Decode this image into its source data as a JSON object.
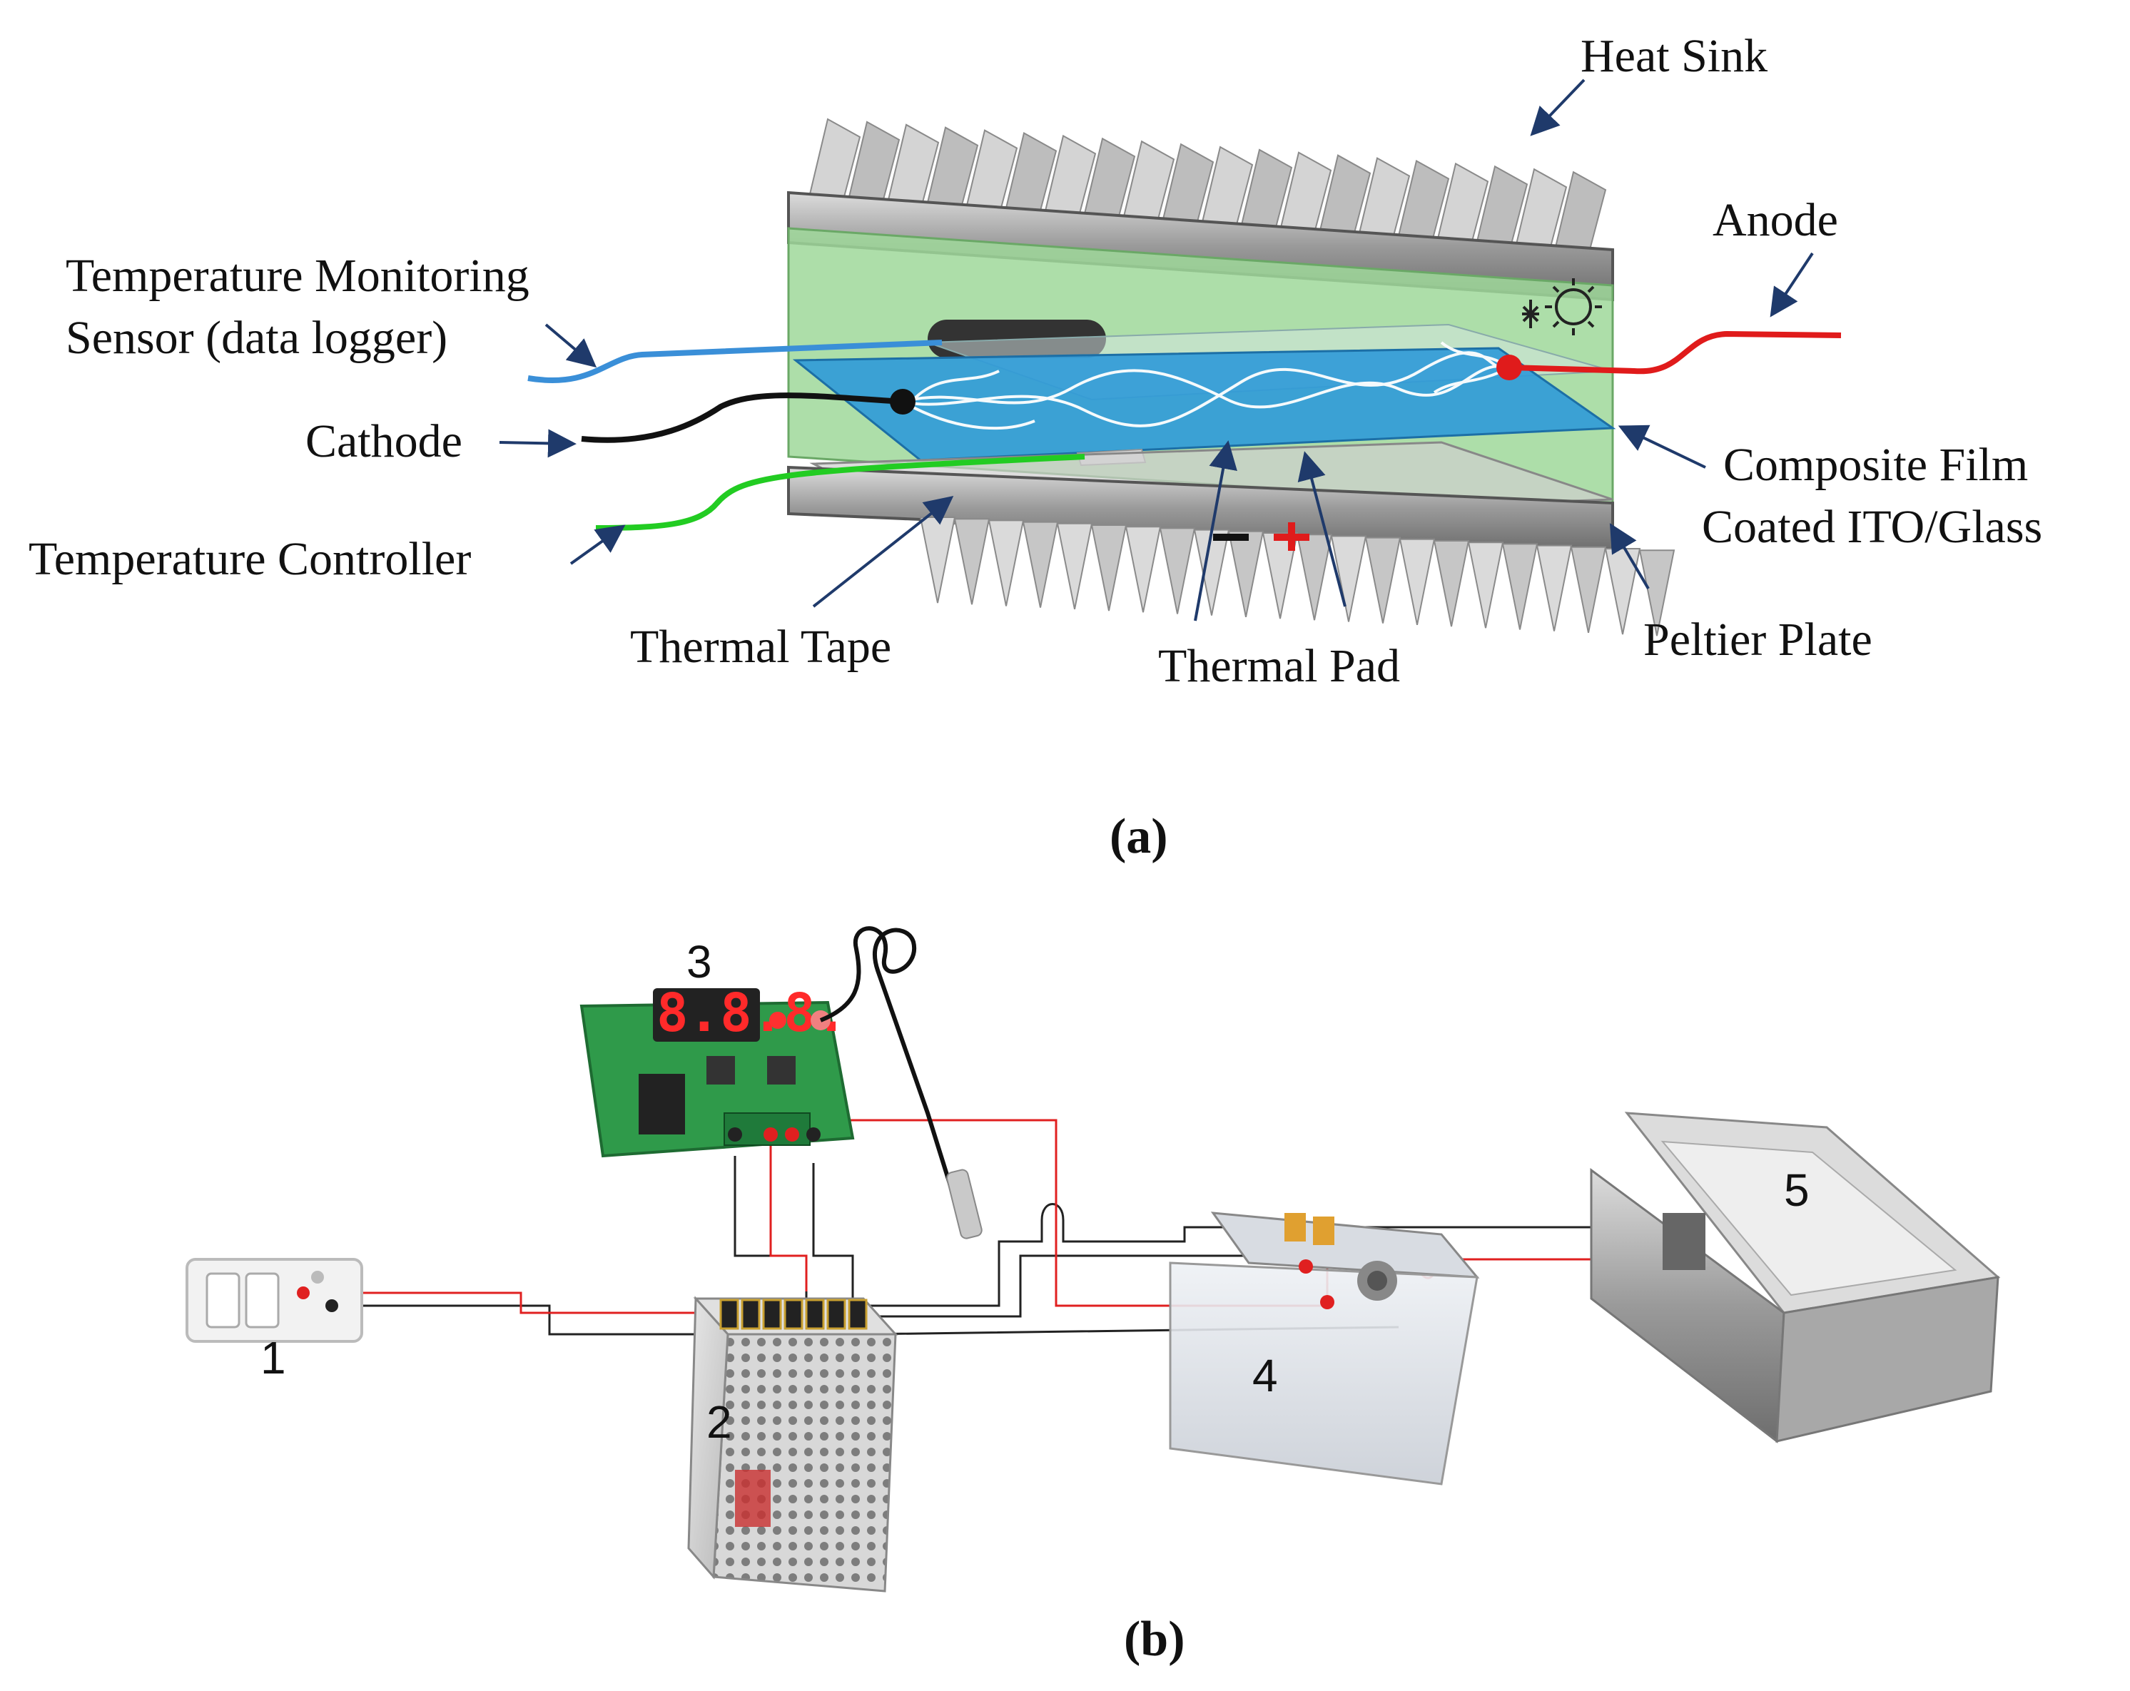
{
  "panel_a": {
    "caption": "(a)",
    "labels": {
      "heat_sink": "Heat Sink",
      "anode": "Anode",
      "sensor_line1": "Temperature Monitoring",
      "sensor_line2": "Sensor (data logger)",
      "cathode": "Cathode",
      "temp_controller": "Temperature Controller",
      "composite_line1": "Composite Film",
      "composite_line2": "Coated ITO/Glass",
      "thermal_tape": "Thermal Tape",
      "thermal_pad": "Thermal Pad",
      "peltier_plate": "Peltier Plate"
    },
    "colors": {
      "green_housing": "#9fd89a",
      "blue_film": "#2f9ad8",
      "sensor_wire": "#3a8fd8",
      "cathode_wire": "#111111",
      "anode_wire": "#e01b1b",
      "controller_wire": "#22cc22"
    }
  },
  "panel_b": {
    "caption": "(b)",
    "components": {
      "c1": "1",
      "c2": "2",
      "c3": "3",
      "c4": "4",
      "c5": "5"
    },
    "display_digits": "8.8.8.",
    "colors": {
      "pcb": "#2f9a4a",
      "live_wire": "#e02020",
      "neutral_wire": "#222222"
    }
  }
}
